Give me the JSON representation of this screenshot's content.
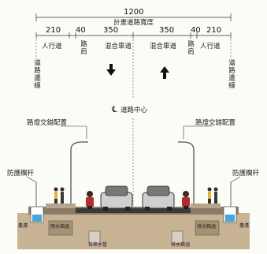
{
  "dimensions": {
    "total": "1200",
    "total_label": "計畫道路寬度",
    "segments": [
      {
        "width": "210",
        "label": "人行道"
      },
      {
        "width": "40",
        "label": "路肩"
      },
      {
        "width": "350",
        "label": "混合車道"
      },
      {
        "width": "350",
        "label": "混合車道"
      },
      {
        "width": "40",
        "label": "路肩"
      },
      {
        "width": "210",
        "label": "人行道"
      }
    ]
  },
  "labels": {
    "road_edge_left": "道路邊線",
    "road_edge_right": "道路邊線",
    "center_line": "道路中心",
    "center_symbol": "℄",
    "street_light_left": "路燈交錯配置",
    "street_light_right": "路燈交錯配置",
    "railing_left": "防護欄杆",
    "railing_right": "防護欄杆",
    "drain_left": "農溝",
    "drain_right": "農溝",
    "culvert": "排水箱涵",
    "pipe": "自來水管",
    "small_left": "雨水箱涵",
    "small_right": "排水箱涵"
  },
  "colors": {
    "line": "#333333",
    "ground": "#9a7a55",
    "road": "#3a3a3a",
    "water": "#4aa6d8",
    "arrow": "#111111"
  },
  "icons": {
    "down_arrow": "arrow-down-icon",
    "up_arrow": "arrow-up-icon",
    "car": "car-icon",
    "scooter": "scooter-icon",
    "pedestrian": "pedestrian-icon",
    "street_light": "street-light-icon"
  }
}
